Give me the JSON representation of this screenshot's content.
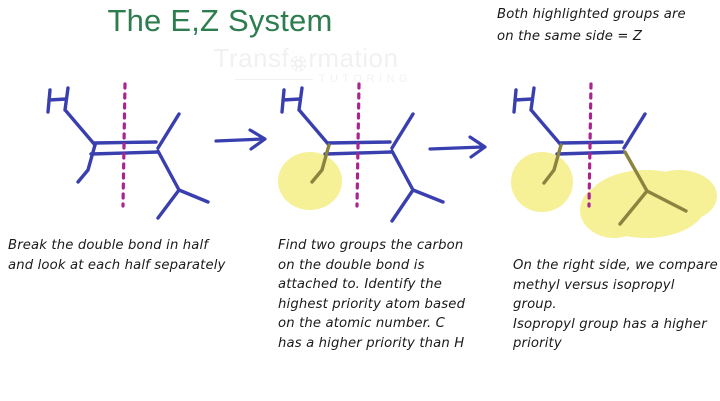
{
  "title": "The E,Z System",
  "watermark": {
    "main_before": "Transf",
    "main_after": "rmation",
    "gear_icon": "gear-flower-icon",
    "sub": "TUTORING"
  },
  "colors": {
    "title_green": "#2e7d4f",
    "bond_blue": "#3a3fb0",
    "bond_olive": "#8a8440",
    "dash_magenta": "#a9248f",
    "highlight_yellow": "#f6f096",
    "watermark_gray": "#f1f1f1",
    "text_black": "#1a1a1a",
    "background": "#ffffff"
  },
  "notes": {
    "top_right": "Both highlighted groups are\non the same side = Z"
  },
  "steps": [
    {
      "id": "step-1",
      "caption": "Break the double bond in half\nand look at each half separately",
      "molecule": {
        "label_h": "H",
        "has_dashed_bisector": true,
        "highlights": []
      }
    },
    {
      "id": "step-2",
      "caption": "Find two groups the carbon\non the double bond is\nattached to. Identify the\nhighest priority atom based\non the atomic number. C\nhas a higher priority than H",
      "molecule": {
        "label_h": "H",
        "has_dashed_bisector": true,
        "highlights": [
          "left-methyl"
        ]
      }
    },
    {
      "id": "step-3",
      "caption": "On the right side, we compare\nmethyl versus isopropyl group.\nIsopropyl group has a higher\npriority",
      "molecule": {
        "label_h": "H",
        "has_dashed_bisector": true,
        "highlights": [
          "left-methyl",
          "right-isopropyl"
        ]
      }
    }
  ],
  "arrows": [
    {
      "id": "arrow-1",
      "direction": "right"
    },
    {
      "id": "arrow-2",
      "direction": "right"
    }
  ]
}
